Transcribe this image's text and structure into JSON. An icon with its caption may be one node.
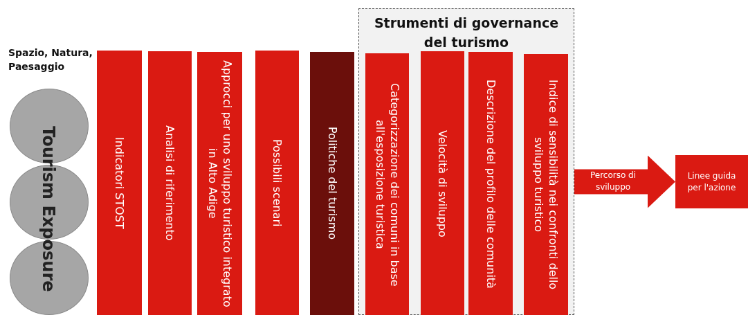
{
  "diagram": {
    "nodes": [
      {
        "text": [],
        "shape": "circle"
      },
      {
        "text": [],
        "shape": "circle"
      },
      {
        "text": [],
        "shape": "circle"
      },
      {
        "text": [
          "Indicatori STOST"
        ]
      },
      {
        "text": [
          "Analisi di riferimento"
        ]
      },
      {
        "text": [
          "Approcci per uno sviluppo turistico integrato in Alto Adige"
        ]
      },
      {
        "text": [
          "Possibili scenari"
        ]
      },
      {
        "text": [
          "Politiche del turismo"
        ]
      },
      {
        "text": [
          "Strumenti di governance del turismo"
        ]
      },
      {
        "text": [
          "Categorizzazione dei comuni in base all'esposizione turistica"
        ],
        "in": 8
      },
      {
        "text": [
          "Velocità di sviluppo"
        ],
        "in": 8
      },
      {
        "text": [
          "Descrizione del profilo delle comunità"
        ],
        "in": 8
      },
      {
        "text": [
          "Indice di sensibilità nei confronti dello sviluppo turistico"
        ],
        "in": 8
      },
      {
        "text": [
          "Linee guida per l'azione"
        ]
      }
    ],
    "edges": [
      {
        "from": 8,
        "to": 13,
        "arrow": "to",
        "label": "Percorso di sviluppo"
      }
    ],
    "labels": [
      "Spazio, Natura, Paesaggio",
      "Tourism Exposure"
    ]
  }
}
